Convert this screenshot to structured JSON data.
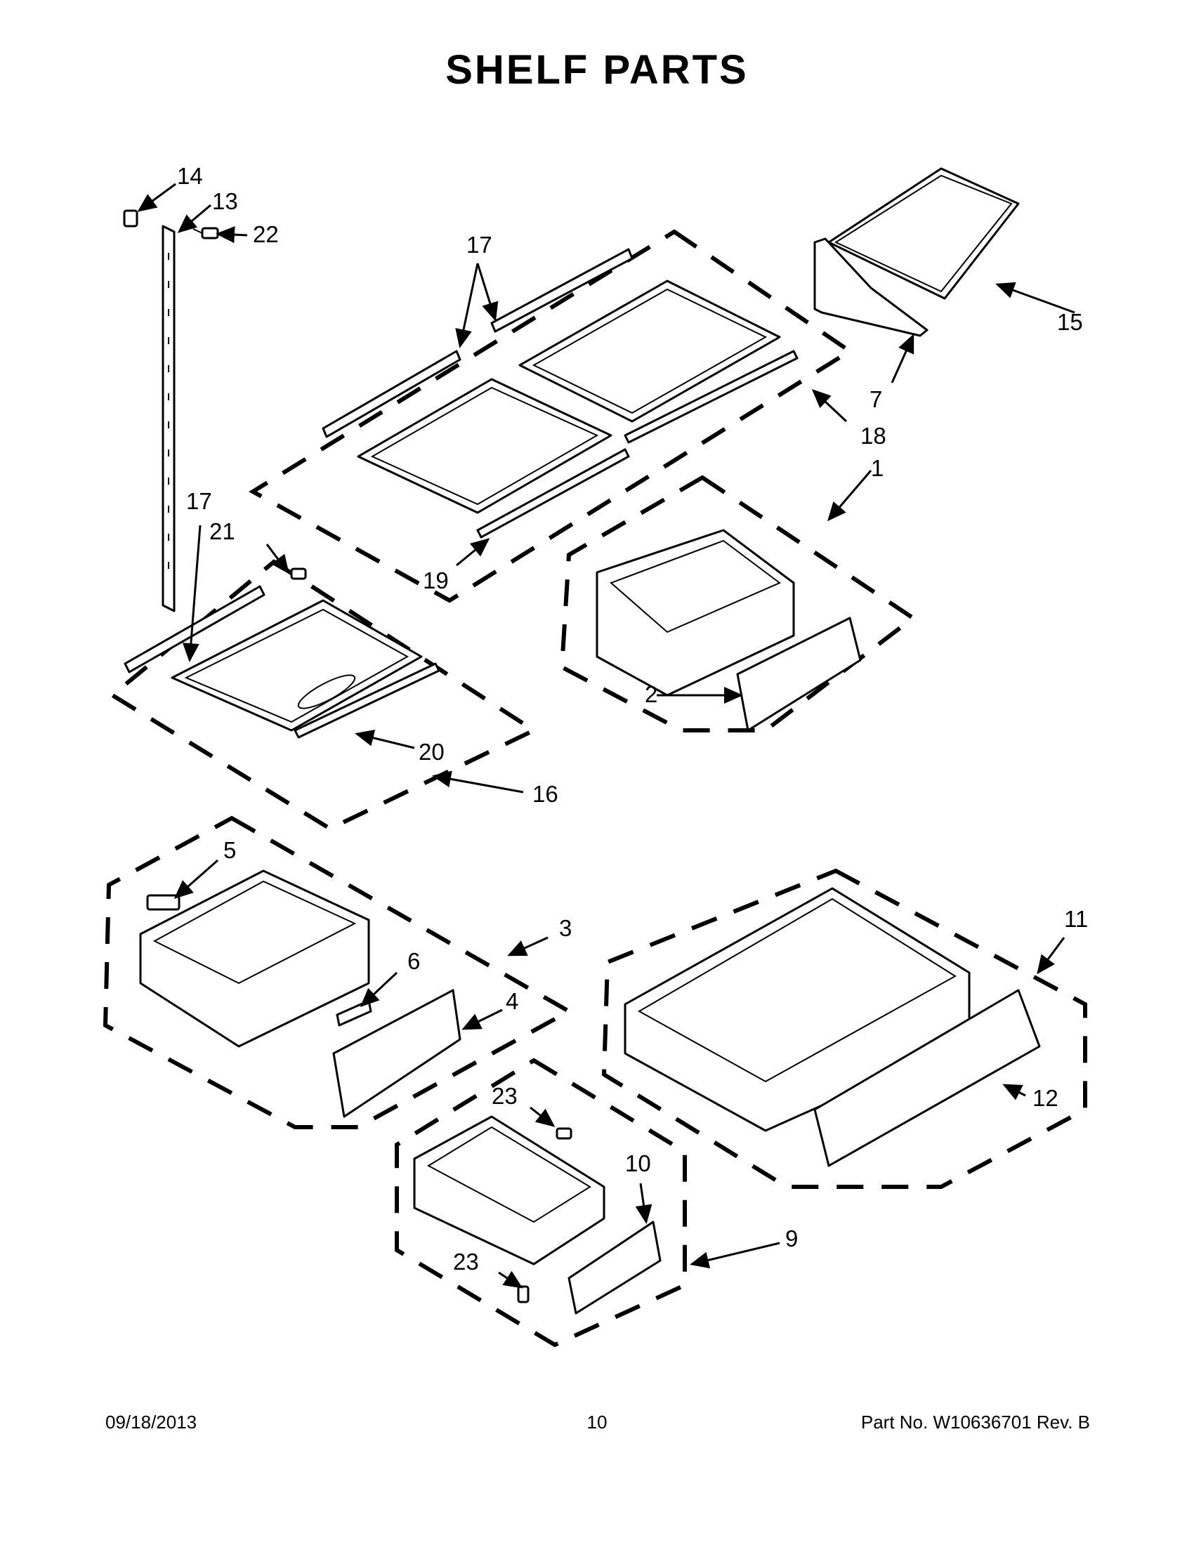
{
  "page": {
    "title": "SHELF PARTS"
  },
  "callouts": {
    "c1": "1",
    "c2": "2",
    "c3": "3",
    "c4": "4",
    "c5": "5",
    "c6": "6",
    "c7": "7",
    "c9": "9",
    "c10": "10",
    "c11": "11",
    "c12": "12",
    "c13": "13",
    "c14": "14",
    "c15": "15",
    "c16": "16",
    "c17a": "17",
    "c17b": "17",
    "c18": "18",
    "c19": "19",
    "c20": "20",
    "c21": "21",
    "c22": "22",
    "c23a": "23",
    "c23b": "23"
  },
  "footer": {
    "date": "09/18/2013",
    "page_number": "10",
    "part_number": "Part No.  W10636701  Rev.  B"
  }
}
